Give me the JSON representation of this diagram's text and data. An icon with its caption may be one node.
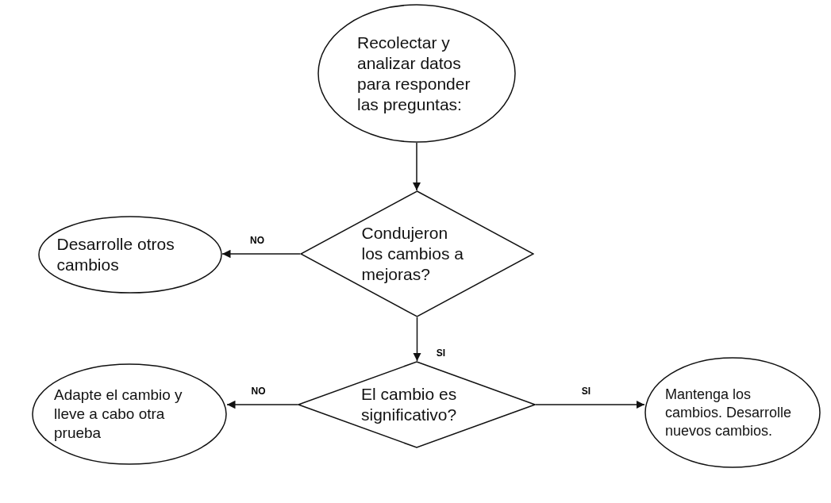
{
  "diagram": {
    "nodes": [
      {
        "text": [
          "Recolectar y analizar datos para responder las preguntas:"
        ]
      },
      {
        "text": [
          "Condujeron los cambios a mejoras?"
        ]
      },
      {
        "text": [
          "Desarrolle otros cambios"
        ]
      },
      {
        "text": [
          "El cambio es significativo?"
        ]
      },
      {
        "text": [
          "Adapte el cambio y lleve a cabo otra prueba"
        ]
      },
      {
        "text": [
          "Mantenga los cambios. Desarrolle nuevos cambios."
        ]
      }
    ],
    "edges": [
      {
        "from": 0,
        "to": 1,
        "arrow": "to"
      },
      {
        "from": 1,
        "to": 2,
        "arrow": "to",
        "label": "NO"
      },
      {
        "from": 1,
        "to": 3,
        "arrow": "to",
        "label": "SI"
      },
      {
        "from": 3,
        "to": 4,
        "arrow": "to",
        "label": "NO"
      },
      {
        "from": 3,
        "to": 5,
        "arrow": "to",
        "label": "SI"
      }
    ]
  }
}
